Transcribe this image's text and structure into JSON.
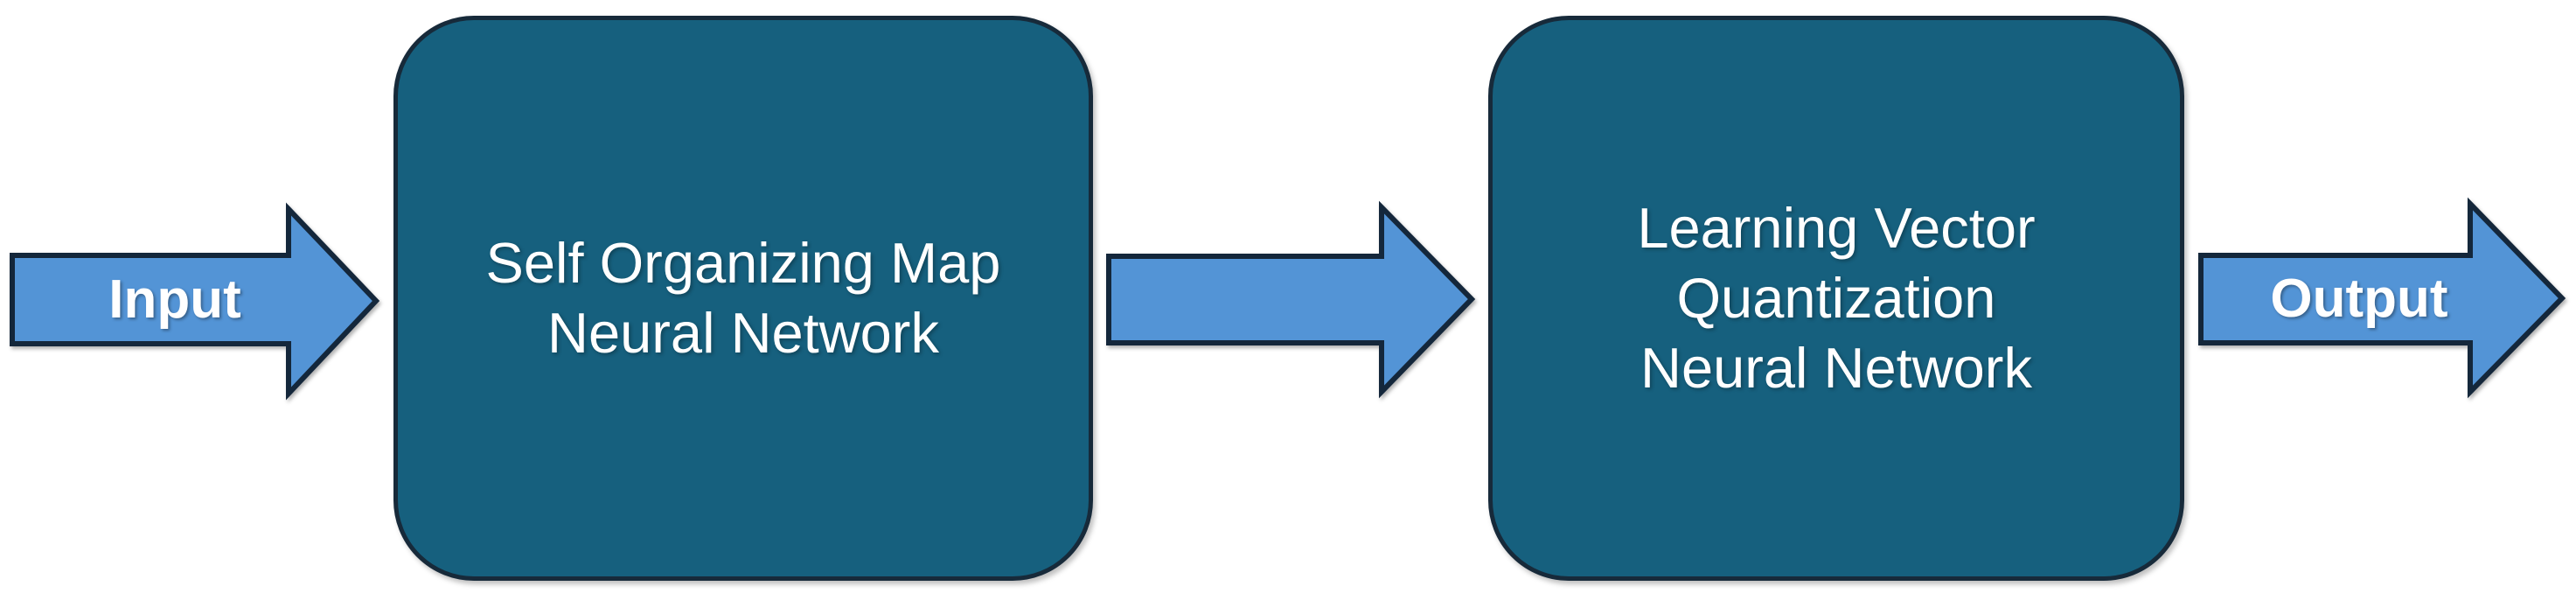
{
  "page": {
    "background": "#ffffff"
  },
  "colors": {
    "node-fill": "#16607E",
    "node-border": "#172A3A",
    "arrow-fill": "#5394D6",
    "arrow-border": "#14273B",
    "label-text": "#ffffff"
  },
  "flow": {
    "input_label": "Input",
    "output_label": "Output",
    "nodes": [
      {
        "label": "Self Organizing Map\nNeural Network"
      },
      {
        "label": "Learning Vector\nQuantization\nNeural Network"
      }
    ]
  }
}
